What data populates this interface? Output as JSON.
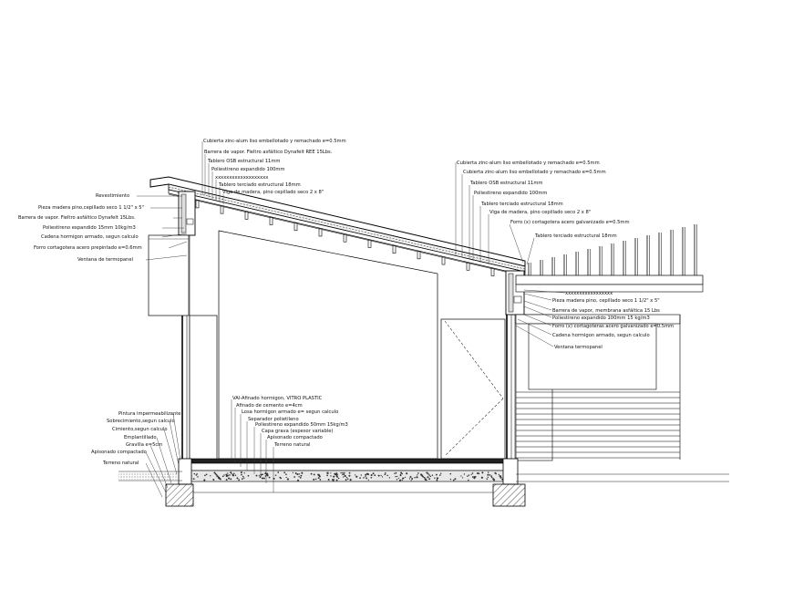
{
  "drawing": {
    "roof_labels": [
      "Cubierta zinc-alum liso embellotado y remachado e=0.5mm",
      "Barrera de vapor. Fieltro asfáltico Dynafelt REE 15Lbs.",
      "Tablero OSB estructural 11mm",
      "Poliestireno expandido 100mm",
      "xxxxxxxxxxxxxxxxxxx",
      "Tablero terciado estructural 18mm",
      "Viga de madera, pino cepillado seco 2 x 8\""
    ],
    "left_wall_labels": [
      "Revestimiento",
      "Pieza madera pino,cepillado seco 1 1/2\" x 5\"",
      "Barrera de vapor. Fieltro asfáltico Dynafelt 15Lbs.",
      "Poliestireno expandido 15mm 10kg/m3",
      "Cadena hormigon armado, segun calculo",
      "Forro cortagotera acero prepintado e=0.6mm",
      "Ventana de termopanel"
    ],
    "right_roof_labels": [
      "Cubierta zinc-alum liso embellotado y remachado e=0.5mm",
      "Cubierta zinc-alum liso embellotado y remachado e=0.5mm",
      "Tablero OSB estructural 11mm",
      "Poliestireno expandido 100mm",
      "Tablero terciado estructural 18mm",
      "Viga de madera, pino cepillado seco 2 x 8\"",
      "Forro (x) cortagotera acero galvanizado e=0.5mm",
      "Tablero terciado estructural 18mm"
    ],
    "right_wall_labels": [
      "xxxxxxxxxxxxxxxxx",
      "Pieza madera pino, cepillado seco 1 1/2\" x 5\"",
      "Barrera de vapor, membrana asfáltica 15 Lbs",
      "Poliestireno expandido 100mm 15 kg/m3",
      "Forro (x) cortagoteras acero galvanizado e=0.5mm",
      "Cadena hormigon armado, segun calculo",
      "Ventana termopanel"
    ],
    "floor_labels": [
      "VAl-Afinado hormigon, VITRO PLASTIC",
      "Afinado de cemento e=4cm",
      "Losa hormigon armado e= segun calculo",
      "Separador polietileno",
      "Poliestireno expandido 50mm 15kg/m3",
      "Capa grava (espesor variable)",
      "Apisonado compactado",
      "Terreno natural"
    ],
    "foundation_labels": [
      "Pintura impermeabilizante",
      "Sobrecimiento,segun calculo",
      "Cimiento,segun calculo",
      "Emplantillado",
      "Gravilla e=5cm",
      "Apisonado compactado",
      "Terreno natural"
    ]
  }
}
